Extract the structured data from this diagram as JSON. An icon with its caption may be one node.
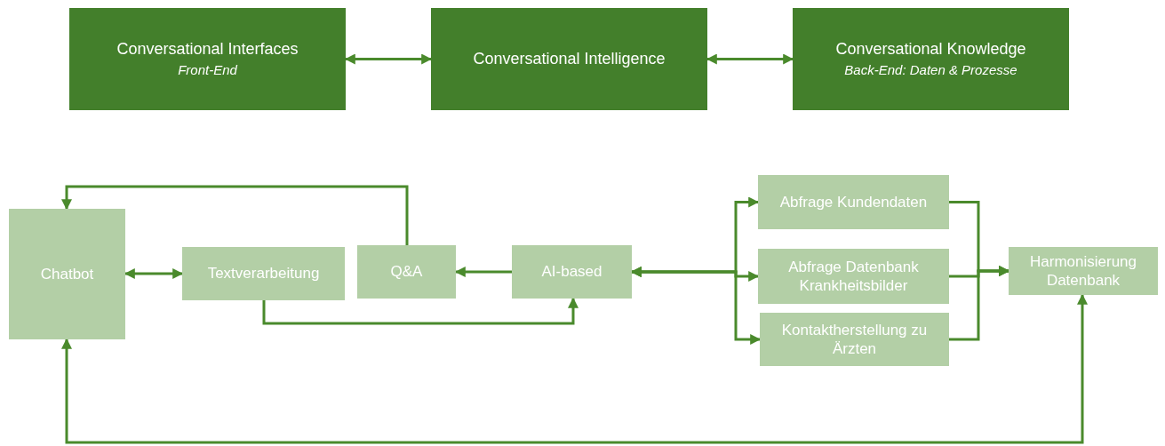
{
  "diagram": {
    "nodes": [
      {
        "text": [
          "Conversational Interfaces",
          "Front-End"
        ]
      },
      {
        "text": [
          "Conversational Intelligence"
        ]
      },
      {
        "text": [
          "Conversational Knowledge",
          "Back-End: Daten & Prozesse"
        ]
      },
      {
        "text": [
          "Chatbot"
        ]
      },
      {
        "text": [
          "Textverarbeitung"
        ]
      },
      {
        "text": [
          "Q&A"
        ]
      },
      {
        "text": [
          "AI-based"
        ]
      },
      {
        "text": [
          "Abfrage Kundendaten"
        ]
      },
      {
        "text": [
          "Abfrage Datenbank Krankheitsbilder"
        ]
      },
      {
        "text": [
          "Kontaktherstellung zu Ärzten"
        ]
      },
      {
        "text": [
          "Harmonisierung Datenbank"
        ]
      }
    ],
    "edges": [
      {
        "from": 0,
        "to": 1,
        "arrow": "both"
      },
      {
        "from": 1,
        "to": 2,
        "arrow": "both"
      },
      {
        "from": 3,
        "to": 4,
        "arrow": "both"
      },
      {
        "from": 5,
        "to": 3,
        "arrow": "to"
      },
      {
        "from": 6,
        "to": 5,
        "arrow": "to"
      },
      {
        "from": 4,
        "to": 6,
        "arrow": "to"
      },
      {
        "from": 6,
        "to": 7,
        "arrow": "both"
      },
      {
        "from": 6,
        "to": 8,
        "arrow": "both"
      },
      {
        "from": 6,
        "to": 9,
        "arrow": "both"
      },
      {
        "from": 7,
        "to": 10,
        "arrow": "to"
      },
      {
        "from": 8,
        "to": 10,
        "arrow": "to"
      },
      {
        "from": 9,
        "to": 10,
        "arrow": "to"
      },
      {
        "from": 3,
        "to": 10,
        "arrow": "both"
      }
    ]
  }
}
